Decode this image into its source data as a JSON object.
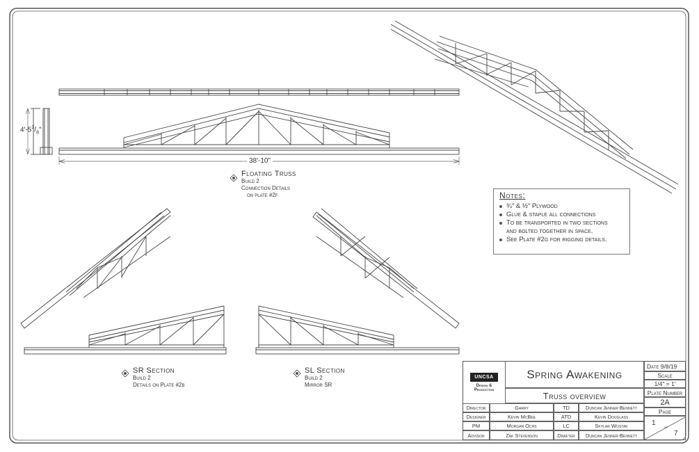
{
  "drawing": {
    "overall_length": "38'-10\"",
    "height": "4'-5",
    "height_fraction_num": "3",
    "height_fraction_den": "8"
  },
  "views": {
    "floating_truss": {
      "title": "Floating Truss",
      "lines": [
        "Build 2",
        "Connection Details",
        "on plate #2f"
      ]
    },
    "sr_section": {
      "title": "SR Section",
      "lines": [
        "Build 2",
        "Details on Plate #2b"
      ]
    },
    "sl_section": {
      "title": "SL Section",
      "lines": [
        "Build 2",
        "Mirror SR"
      ]
    }
  },
  "notes": {
    "heading": "Notes:",
    "items": [
      "¾\" & ½\" Plywood",
      "Glue & staple all connections",
      "To be transported in two sections",
      "and bolted together in space.",
      "See Plate #2g for rigging details."
    ]
  },
  "title_block": {
    "logo_text": "UNCSA",
    "logo_sub1": "Design &",
    "logo_sub2": "Production",
    "show_title": "Spring Awakening",
    "drawing_title": "Truss overview",
    "date_label": "Date",
    "date_value": "9/8/19",
    "scale_label": "Scale",
    "scale_value": "1/4\" = 1'",
    "plate_label": "Plate Number",
    "plate_value": "2A",
    "page_label": "Page",
    "page_num": "1",
    "page_of": "of",
    "page_total": "7",
    "credits_left": [
      {
        "role": "Director",
        "name": "Garry"
      },
      {
        "role": "Designer",
        "name": "Kevin McBee"
      },
      {
        "role": "PM",
        "name": "Morgan Ochs"
      },
      {
        "role": "Advisor",
        "name": "Zak Stevenson"
      }
    ],
    "credits_right": [
      {
        "role": "TD",
        "name": "Duncan Jenner-Bennett"
      },
      {
        "role": "ATD",
        "name": "Kevin Douglass"
      },
      {
        "role": "LC",
        "name": "Skylar Wostak"
      },
      {
        "role": "Drafter",
        "name": "Duncan Jenner-Bennett"
      }
    ]
  }
}
